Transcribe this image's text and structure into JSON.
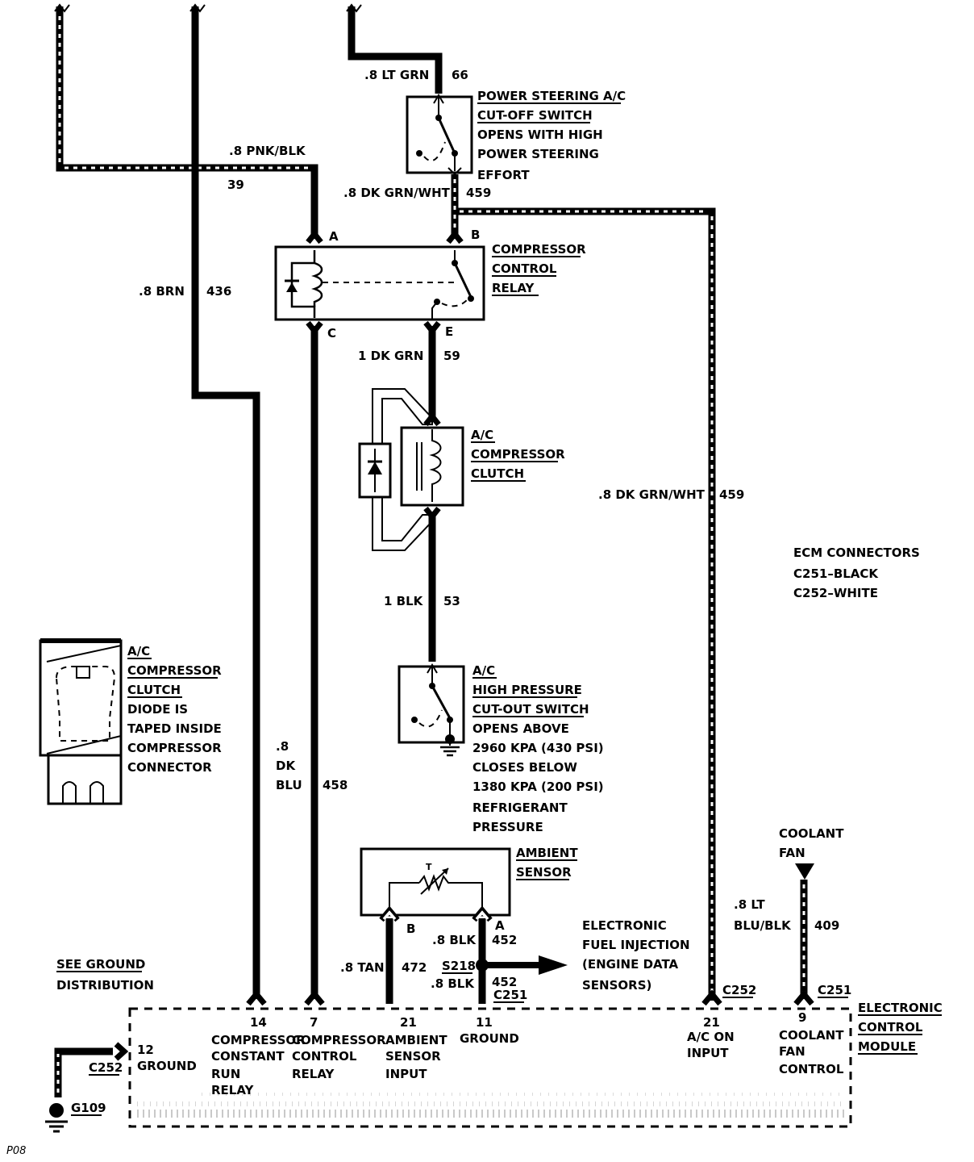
{
  "page_code": "P08",
  "wires": {
    "lt_grn": {
      "gauge_color": ".8 LT GRN",
      "circuit": "66"
    },
    "pnk_blk": {
      "gauge_color": ".8 PNK/BLK",
      "circuit": "39"
    },
    "brn": {
      "gauge_color": ".8 BRN",
      "circuit": "436"
    },
    "dk_grn_wht_top": {
      "gauge_color": ".8 DK GRN/WHT",
      "circuit": "459"
    },
    "dk_grn_wht_right": {
      "gauge_color": ".8 DK GRN/WHT",
      "circuit": "459"
    },
    "dk_grn": {
      "gauge_color": "1 DK GRN",
      "circuit": "59"
    },
    "blk_53": {
      "gauge_color": "1 BLK",
      "circuit": "53"
    },
    "dk_blu": {
      "line1": ".8",
      "line2": "DK",
      "line3": "BLU",
      "circuit": "458"
    },
    "tan": {
      "gauge_color": ".8 TAN",
      "circuit": "472"
    },
    "blk_452_upper": {
      "gauge_color": ".8 BLK",
      "circuit": "452"
    },
    "blk_452_lower": {
      "gauge_color": ".8 BLK",
      "circuit": "452"
    },
    "lt_blu_blk": {
      "line1": ".8  LT",
      "line2": "BLU/BLK",
      "circuit": "409"
    }
  },
  "components": {
    "ps_switch": [
      "POWER STEERING A/C",
      "CUT-OFF SWITCH",
      "OPENS WITH HIGH",
      "POWER STEERING",
      "EFFORT"
    ],
    "relay": [
      "COMPRESSOR",
      "CONTROL",
      "RELAY"
    ],
    "relay_pins": {
      "a": "A",
      "b": "B",
      "c": "C",
      "e": "E"
    },
    "clutch": [
      "A/C",
      "COMPRESSOR",
      "CLUTCH"
    ],
    "hp_switch": [
      "A/C",
      "HIGH PRESSURE",
      "CUT-OUT SWITCH",
      "OPENS ABOVE",
      "2960 KPA (430 PSI)",
      "CLOSES BELOW",
      "1380 KPA (200 PSI)",
      "REFRIGERANT",
      "PRESSURE"
    ],
    "diode_note": [
      "A/C",
      "COMPRESSOR",
      "CLUTCH",
      "DIODE IS",
      "TAPED INSIDE",
      "COMPRESSOR",
      "CONNECTOR"
    ],
    "ambient_sensor": [
      "AMBIENT",
      "SENSOR"
    ],
    "ambient_pins": {
      "b": "B",
      "a": "A",
      "t": "T"
    },
    "ecm_connectors": [
      "ECM CONNECTORS",
      "C251–BLACK",
      "C252–WHITE"
    ],
    "coolant_fan": [
      "COOLANT",
      "FAN"
    ],
    "efi": [
      "ELECTRONIC",
      "FUEL INJECTION",
      "(ENGINE DATA",
      "SENSORS)"
    ],
    "splice": "S218",
    "see_ground": [
      "SEE GROUND",
      "DISTRIBUTION"
    ],
    "ecm": [
      "ELECTRONIC",
      "CONTROL",
      "MODULE"
    ],
    "ground": "G109"
  },
  "connectors": {
    "c251_mid": "C251",
    "c252_right": "C252",
    "c251_right": "C251",
    "c252_left": "C252"
  },
  "ecm_pins": [
    {
      "num": "12",
      "label": [
        "GROUND"
      ]
    },
    {
      "num": "14",
      "label": [
        "COMPRESSOR",
        "CONSTANT",
        "RUN",
        "RELAY"
      ]
    },
    {
      "num": "7",
      "label": [
        "COMPRESSOR",
        "CONTROL",
        "RELAY"
      ]
    },
    {
      "num": "21",
      "label": [
        "AMBIENT",
        "SENSOR",
        "INPUT"
      ]
    },
    {
      "num": "11",
      "label": [
        "GROUND"
      ]
    },
    {
      "num": "21",
      "label": [
        "A/C ON",
        "INPUT"
      ]
    },
    {
      "num": "9",
      "label": [
        "COOLANT",
        "FAN",
        "CONTROL"
      ]
    }
  ]
}
